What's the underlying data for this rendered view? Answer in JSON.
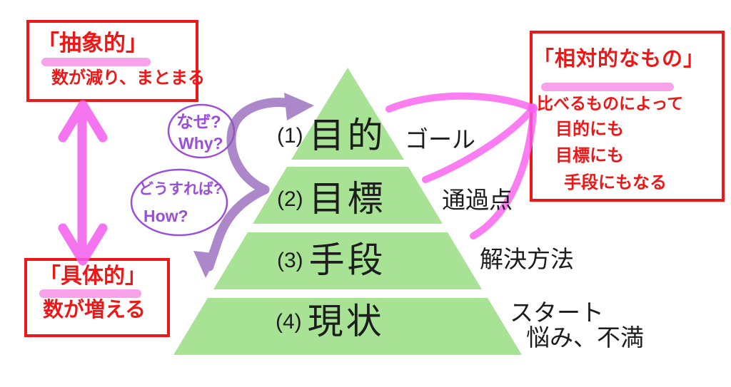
{
  "pyramid": {
    "levels": [
      {
        "num": "(1)",
        "label": "目的",
        "side": "ゴール"
      },
      {
        "num": "(2)",
        "label": "目標",
        "side": "通過点"
      },
      {
        "num": "(3)",
        "label": "手段",
        "side": "解決方法"
      },
      {
        "num": "(4)",
        "label": "現状",
        "side": "スタート",
        "side2": "悩み、不満"
      }
    ]
  },
  "abstract_box": {
    "title": "「抽象的」",
    "body": "数が減り、まとまる"
  },
  "concrete_box": {
    "title": "「具体的」",
    "body": "数が増える"
  },
  "relative_box": {
    "title": "「相対的なもの」",
    "line1": "比べるものによって",
    "line2": "目的にも",
    "line3": "目標にも",
    "line4": "手段にもなる"
  },
  "why_bubble": {
    "jp": "なぜ?",
    "en": "Why?"
  },
  "how_bubble": {
    "jp": "どうすれば?",
    "en": "How?"
  },
  "colors": {
    "pyramid_green": "#a7e295",
    "marker_red": "#ee1717",
    "highlight_pink": "#f47fe2",
    "magenta_arrow": "#f45cee",
    "purple_arrow": "#8d5bb6",
    "violet_text": "#9b4ddd",
    "text_black": "#1d1d1d"
  }
}
